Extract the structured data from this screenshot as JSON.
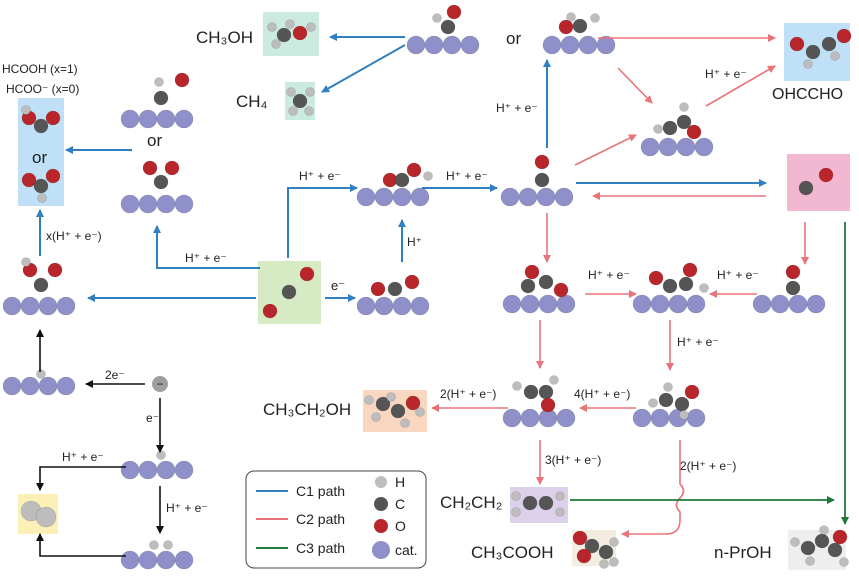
{
  "colors": {
    "c1": "#2f7fc1",
    "c2": "#e8747a",
    "c3": "#1f7a3a",
    "cat": "#8f90c9",
    "carbon": "#555555",
    "oxygen": "#b8262b",
    "hydrogen": "#bdbdbd",
    "box_blue": "#bfe0f6",
    "box_green": "#d6ebc4",
    "box_pink": "#f2b8d2",
    "box_peach": "#f9d6c0",
    "box_lav": "#ddd0ea",
    "box_mint": "#ccebe0",
    "box_yellow": "#fbf1b6",
    "box_beige": "#f3ece0",
    "box_gray": "#eeeeee"
  },
  "products": {
    "ch3oh": "CH₃OH",
    "ch4": "CH₄",
    "ohccho": "OHCCHO",
    "ch3ch2oh": "CH₃CH₂OH",
    "ch2ch2": "CH₂CH₂",
    "ch3cooh": "CH₃COOH",
    "npro": "n-PrOH",
    "hcooh": "HCOOH (x=1)",
    "hcoo": "HCOO⁻ (x=0)"
  },
  "labels": {
    "or_top": "or",
    "or_left": "or",
    "or_box": "or",
    "he": "H⁺ + e⁻",
    "e": "e⁻",
    "two_e": "2e⁻",
    "h_plus": "H⁺",
    "x_he": "x(H⁺ + e⁻)",
    "two_he": "2(H⁺ + e⁻)",
    "four_he": "4(H⁺ + e⁻)",
    "three_he": "3(H⁺ + e⁻)",
    "minus": "−"
  },
  "legend": {
    "c1": "C1 path",
    "c2": "C2 path",
    "c3": "C3 path",
    "h": "H",
    "c": "C",
    "o": "O",
    "cat": "cat."
  }
}
